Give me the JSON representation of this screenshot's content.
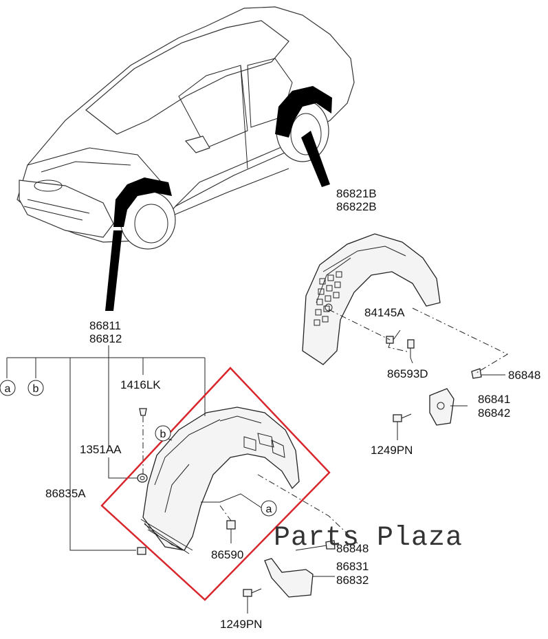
{
  "labels": {
    "rear_guard_pair": [
      "86821B",
      "86822B"
    ],
    "front_guard_pair": [
      "86811",
      "86812"
    ],
    "nut": "84145A",
    "rear_screw": "86593D",
    "rear_clip": "86848",
    "rear_mudflap_pair": [
      "86841",
      "86842"
    ],
    "rear_bolt": "1249PN",
    "front_clip_top": "1416LK",
    "front_retainer": "1351AA",
    "front_bracket": "86835A",
    "front_screw": "86590",
    "front_clip_bottom": "86848",
    "front_mudflap_pair": [
      "86831",
      "86832"
    ],
    "front_bolt": "1249PN"
  },
  "callouts": {
    "a": "a",
    "b": "b"
  },
  "watermark": "Parts Plaza",
  "colors": {
    "highlight": "#d8262c",
    "line": "#222222",
    "leader_fill": "#000000"
  }
}
